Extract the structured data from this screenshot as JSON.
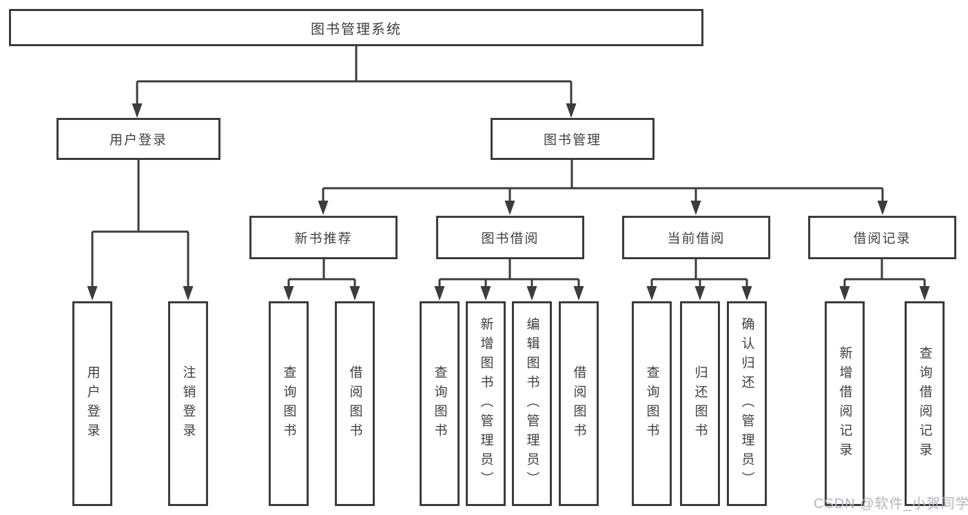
{
  "diagram": {
    "root": {
      "label": "图书管理系统"
    },
    "branches": [
      {
        "label": "用户登录",
        "children": [
          {
            "label": "用户登录"
          },
          {
            "label": "注销登录"
          }
        ]
      },
      {
        "label": "图书管理",
        "children": [
          {
            "label": "新书推荐",
            "children": [
              {
                "label": "查询图书"
              },
              {
                "label": "借阅图书"
              }
            ]
          },
          {
            "label": "图书借阅",
            "children": [
              {
                "label": "查询图书"
              },
              {
                "label": "新增图书（管理员）"
              },
              {
                "label": "编辑图书（管理员）"
              },
              {
                "label": "借阅图书"
              }
            ]
          },
          {
            "label": "当前借阅",
            "children": [
              {
                "label": "查询图书"
              },
              {
                "label": "归还图书"
              },
              {
                "label": "确认归还（管理员）"
              }
            ]
          },
          {
            "label": "借阅记录",
            "children": [
              {
                "label": "新增借阅记录"
              },
              {
                "label": "查询借阅记录"
              }
            ]
          }
        ]
      }
    ]
  },
  "watermark": {
    "text": "CSDN @软件_小贺同学"
  },
  "colors": {
    "line": "#3b3b40",
    "box_border": "#3b3b40",
    "text": "#3f3f45",
    "background": "#ffffff",
    "watermark": "#b5b5ba"
  }
}
